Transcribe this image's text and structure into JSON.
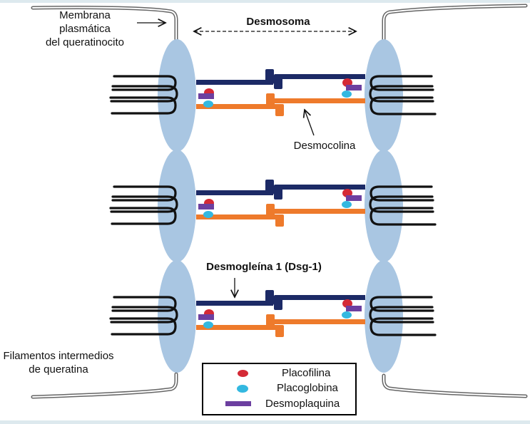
{
  "figure": {
    "title": "Desmosoma",
    "labels": {
      "membrane_line1": "Membrana",
      "membrane_line2": "plasmática",
      "membrane_line3": "del queratinocito",
      "desmosome": "Desmosoma",
      "desmocollin": "Desmocolina",
      "desmoglein": "Desmogleína 1 (Dsg-1)",
      "filaments_line1": "Filamentos  intermedios",
      "filaments_line2": "de queratina"
    },
    "legend": [
      {
        "label": "Placofilina",
        "shape": "ellipse",
        "color": "#d42a36"
      },
      {
        "label": "Placoglobina",
        "shape": "ellipse",
        "color": "#33b8e0"
      },
      {
        "label": "Desmoplaquina",
        "shape": "bar",
        "color": "#6c3fa0"
      }
    ],
    "colors": {
      "plaque": "#a9c6e2",
      "desmoglein": "#1c2a66",
      "desmocollin": "#ee7a2b",
      "filament": "#111111",
      "membrane": "#777777",
      "frame": "#dde9ee"
    },
    "junction_count": 3
  }
}
